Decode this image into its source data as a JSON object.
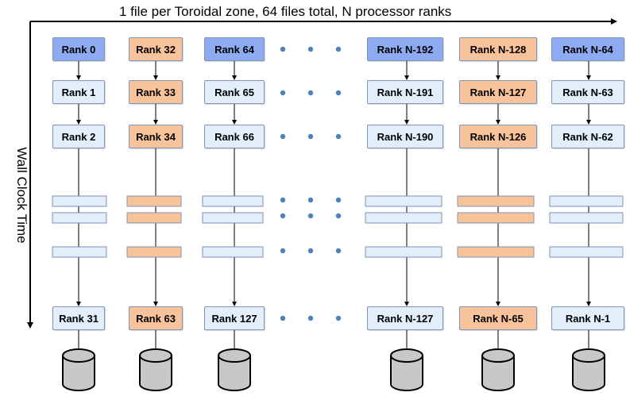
{
  "header": {
    "text": "1 file per Toroidal zone, 64 files total, N processor ranks"
  },
  "side": {
    "text": "Wall Clock Time"
  },
  "colors": {
    "blue": "#8eaaf0",
    "orange": "#f8c29a",
    "light": "#e2eefa",
    "line": "#000000",
    "box_border": "#7f93b8",
    "dot": "#4f81bd",
    "disk": "#c8c8c8"
  },
  "columns": [
    {
      "ranks": [
        "Rank 0",
        "Rank 1",
        "Rank 2",
        "Rank 31"
      ],
      "style": "blue"
    },
    {
      "ranks": [
        "Rank 32",
        "Rank 33",
        "Rank 34",
        "Rank 63"
      ],
      "style": "orange"
    },
    {
      "ranks": [
        "Rank 64",
        "Rank 65",
        "Rank 66",
        "Rank 127"
      ],
      "style": "blue"
    },
    {
      "ranks": [
        "Rank N-192",
        "Rank N-191",
        "Rank N-190",
        "Rank N-127"
      ],
      "style": "blue"
    },
    {
      "ranks": [
        "Rank N-128",
        "Rank N-127",
        "Rank N-126",
        "Rank N-65"
      ],
      "style": "orange"
    },
    {
      "ranks": [
        "Rank N-64",
        "Rank N-63",
        "Rank N-62",
        "Rank N-1"
      ],
      "style": "blue"
    }
  ]
}
